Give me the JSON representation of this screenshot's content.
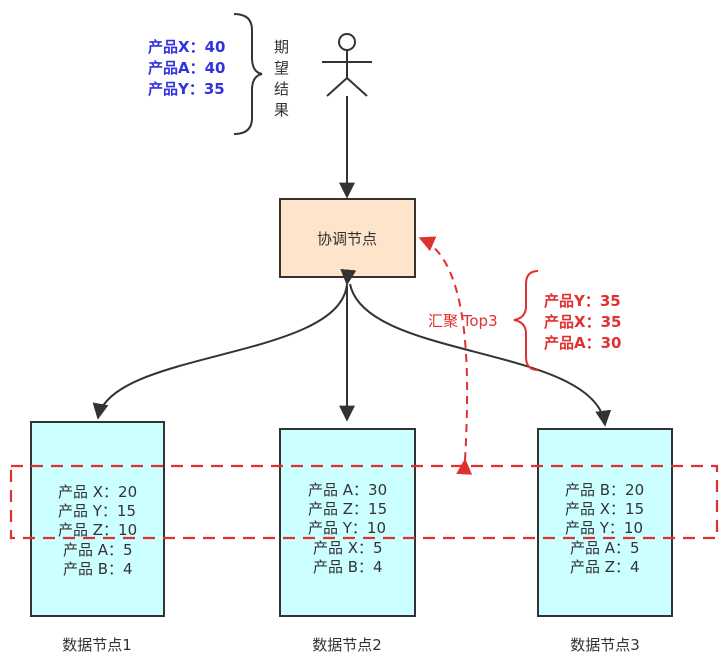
{
  "expected": {
    "lines": [
      "产品X：40",
      "产品A：40",
      "产品Y：35"
    ],
    "label_chars": [
      "期",
      "望",
      "结",
      "果"
    ]
  },
  "coordinator": {
    "label": "协调节点"
  },
  "aggregate": {
    "label": "汇聚 Top3",
    "lines": [
      "产品Y：35",
      "产品X：35",
      "产品A：30"
    ]
  },
  "nodes": [
    {
      "caption": "数据节点1",
      "rows": [
        "产品 X：20",
        "产品 Y：15",
        "产品 Z：10",
        "产品 A：5",
        "产品 B：4"
      ]
    },
    {
      "caption": "数据节点2",
      "rows": [
        "产品 A：30",
        "产品 Z：15",
        "产品 Y：10",
        "产品 X：5",
        "产品 B：4"
      ]
    },
    {
      "caption": "数据节点3",
      "rows": [
        "产品 B：20",
        "产品 X：15",
        "产品 Y：10",
        "产品 A：5",
        "产品 Z：4"
      ]
    }
  ],
  "colors": {
    "coordinator_fill": "#ffe4cc",
    "node_fill": "#ccffff",
    "stroke": "#333333",
    "blue_text": "#3333dd",
    "red": "#e03030"
  },
  "icons": {
    "user": "stick-figure-icon"
  }
}
